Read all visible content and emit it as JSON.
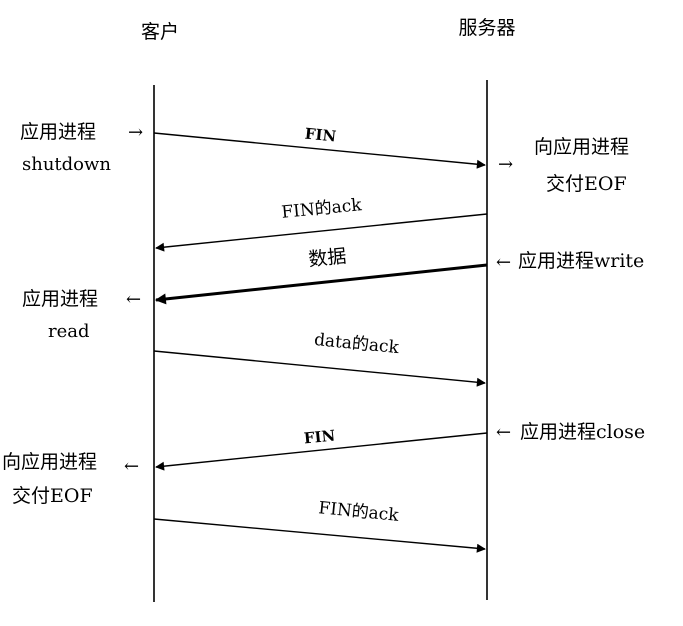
{
  "participants": {
    "client": "客户",
    "server": "服务器"
  },
  "messages": {
    "m1": "FIN",
    "m2": "FIN的ack",
    "m3": "数据",
    "m4": "data的ack",
    "m5": "FIN",
    "m6": "FIN的ack"
  },
  "notes": {
    "client_shutdown_a": "应用进程",
    "client_shutdown_b": "shutdown",
    "client_read_a": "应用进程",
    "client_read_b": "read",
    "client_eof_a": "向应用进程",
    "client_eof_b": "交付EOF",
    "server_eof_a": "向应用进程",
    "server_eof_b": "交付EOF",
    "server_write": "应用进程write",
    "server_close": "应用进程close"
  },
  "arrow_glyphs": {
    "right": "→",
    "left": "←"
  },
  "colors": {
    "ink": "#000000",
    "background": "#ffffff"
  }
}
